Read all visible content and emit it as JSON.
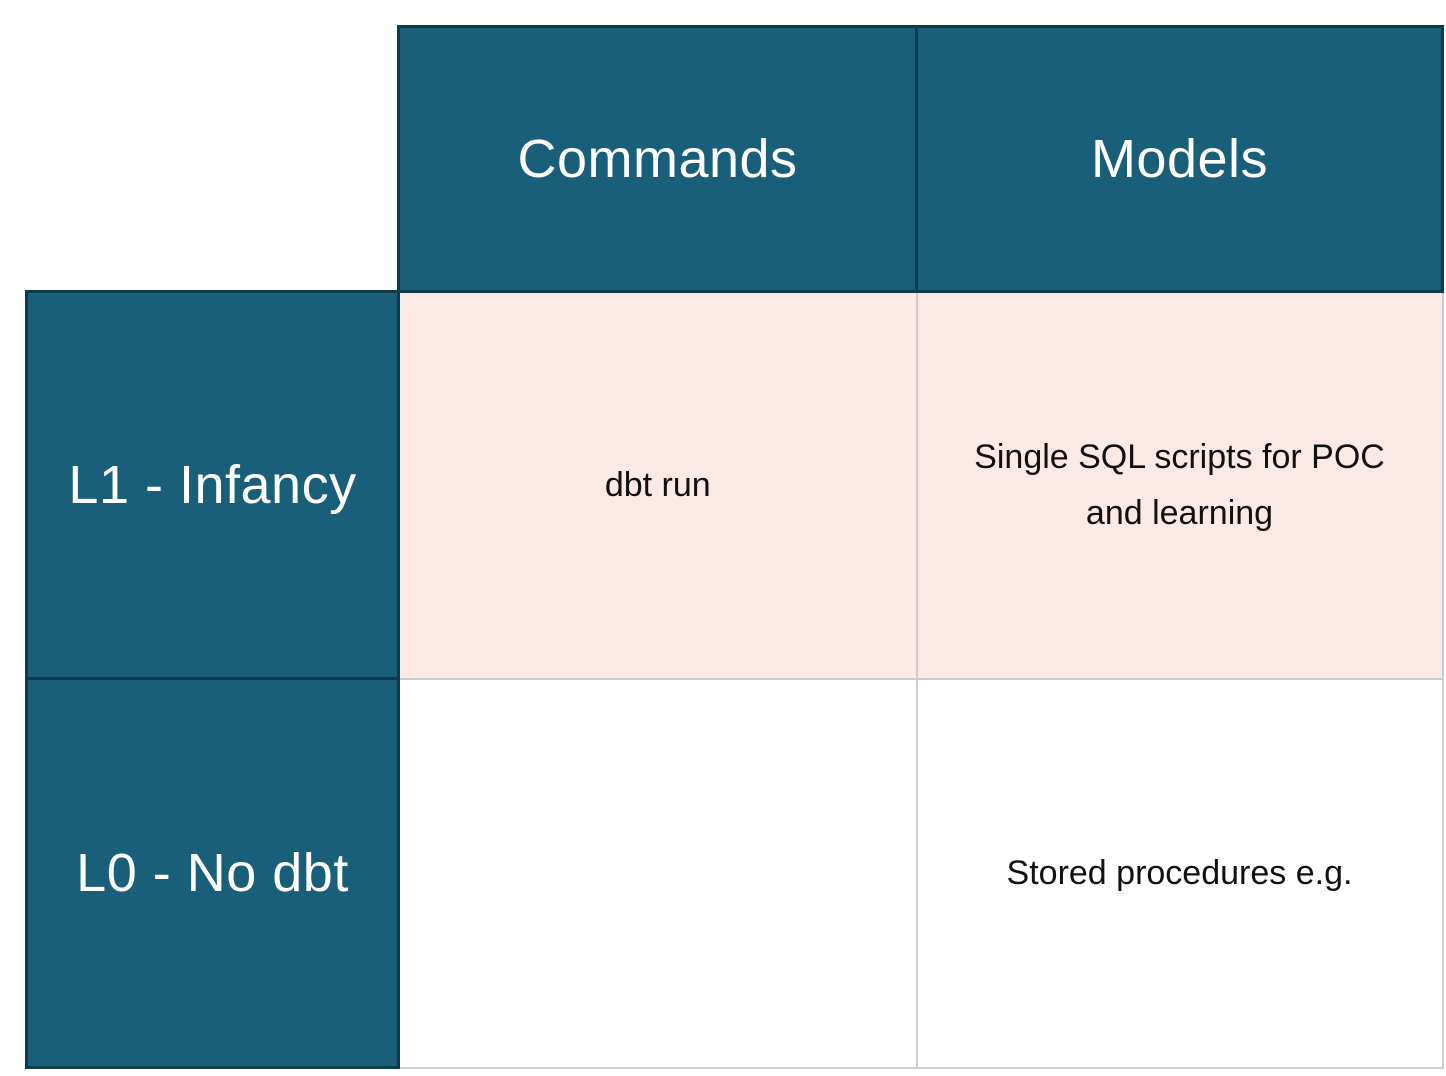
{
  "table": {
    "column_headers": [
      {
        "label": "Commands"
      },
      {
        "label": "Models"
      }
    ],
    "rows": [
      {
        "header": "L1 - Infancy",
        "commands": "dbt run",
        "models": "Single SQL scripts for POC and learning"
      },
      {
        "header": "L0 - No dbt",
        "commands": "",
        "models": "Stored procedures e.g."
      }
    ],
    "colors": {
      "header_bg": "#195F7A",
      "header_border": "#0C3B4D",
      "highlight_row_bg": "#FBE9E5",
      "plain_row_bg": "#FFFFFF",
      "grid_line": "#CDCDCD",
      "header_text": "#FFFFFF",
      "body_text": "#111111"
    }
  }
}
